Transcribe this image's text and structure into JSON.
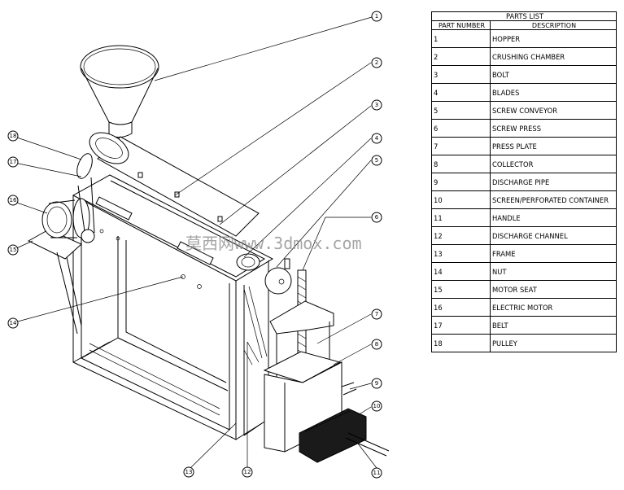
{
  "parts_list": {
    "title": "PARTS LIST",
    "col_part_number": "PART NUMBER",
    "col_description": "DESCRIPTION",
    "rows": [
      {
        "num": "1",
        "desc": "HOPPER"
      },
      {
        "num": "2",
        "desc": "CRUSHING CHAMBER"
      },
      {
        "num": "3",
        "desc": "BOLT"
      },
      {
        "num": "4",
        "desc": "BLADES"
      },
      {
        "num": "5",
        "desc": "SCREW CONVEYOR"
      },
      {
        "num": "6",
        "desc": "SCREW PRESS"
      },
      {
        "num": "7",
        "desc": "PRESS PLATE"
      },
      {
        "num": "8",
        "desc": "COLLECTOR"
      },
      {
        "num": "9",
        "desc": "DISCHARGE PIPE"
      },
      {
        "num": "10",
        "desc": "SCREEN/PERFORATED CONTAINER"
      },
      {
        "num": "11",
        "desc": "HANDLE"
      },
      {
        "num": "12",
        "desc": "DISCHARGE CHANNEL"
      },
      {
        "num": "13",
        "desc": "FRAME"
      },
      {
        "num": "14",
        "desc": "NUT"
      },
      {
        "num": "15",
        "desc": "MOTOR SEAT"
      },
      {
        "num": "16",
        "desc": "ELECTRIC MOTOR"
      },
      {
        "num": "17",
        "desc": "BELT"
      },
      {
        "num": "18",
        "desc": "PULLEY"
      }
    ]
  },
  "callouts": [
    "1",
    "2",
    "3",
    "4",
    "5",
    "6",
    "7",
    "8",
    "9",
    "10",
    "11",
    "12",
    "13",
    "14",
    "15",
    "16",
    "17",
    "18"
  ],
  "watermark": "莫西网www.3dmox.com"
}
